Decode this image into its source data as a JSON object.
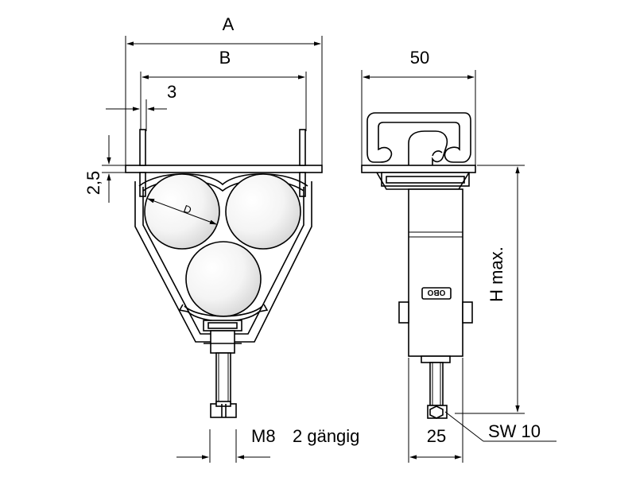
{
  "dimensions": {
    "a": "A",
    "b": "B",
    "gap": "3",
    "plate": "2,5",
    "diameter": "D",
    "width": "50",
    "height": "H max.",
    "thread": "M8",
    "thread_note": "2 gängig",
    "nut_width": "25",
    "wrench": "SW 10"
  },
  "brand": {
    "logo": "OBO"
  }
}
